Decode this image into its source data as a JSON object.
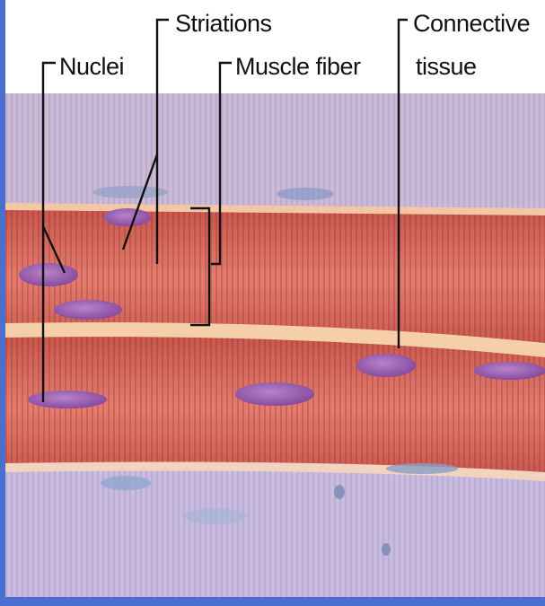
{
  "labels": {
    "striations": "Striations",
    "nuclei": "Nuclei",
    "muscle_fiber": "Muscle fiber",
    "connective_line1": "Connective",
    "connective_line2": "tissue"
  },
  "colors": {
    "slide_border": "#4a6fd0",
    "header_bg": "#ffffff",
    "upper_tissue": "#c9b5d6",
    "muscle_fiber": "#d9675c",
    "muscle_fiber_light": "#e98a7c",
    "connective_tissue": "#f5c9a0",
    "nucleus": "#9b5fb0",
    "lower_tissue": "#c8b8dc",
    "leader_line": "#111111"
  }
}
